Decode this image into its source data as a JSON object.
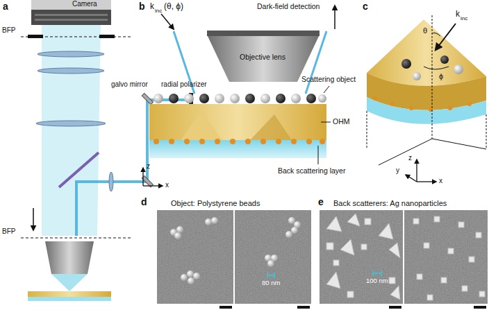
{
  "diagram": {
    "labels": [
      "a",
      "Camera",
      "BFP",
      "galvo mirror",
      "radial polarizer",
      "BFP",
      "b",
      "k",
      "inc",
      "(θ, ϕ)",
      "Dark-field detection",
      "Objective lens",
      "Scattering object",
      "OHM",
      "Back scattering layer",
      "z",
      "x",
      "c",
      "k",
      "inc",
      "θ",
      "ϕ",
      "z",
      "y",
      "x",
      "d",
      "Object: Polystyrene beads",
      "80 nm",
      "e",
      "Back scatterers: Ag nanoparticles",
      "100 nm"
    ]
  }
}
